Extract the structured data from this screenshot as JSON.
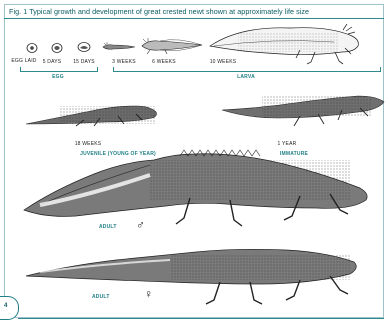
{
  "figure": {
    "title": "Fig. 1  Typical growth and development of great crested newt shown at approximately life size",
    "page_number": "4"
  },
  "stages": {
    "egg_laid": "EGG LAID",
    "day5": "5 DAYS",
    "day15": "15 DAYS",
    "week3": "3 WEEKS",
    "week6": "6 WEEKS",
    "week10": "10 WEEKS",
    "egg_group": "EGG",
    "larva_group": "LARVA",
    "week18": "18 WEEKS",
    "juvenile": "JUVENILE (YOUNG OF YEAR)",
    "year1": "1 YEAR",
    "immature": "IMMATURE",
    "adult_male": "ADULT",
    "adult_female": "ADULT",
    "male_symbol": "♂",
    "female_symbol": "♀"
  },
  "colors": {
    "accent": "#1f7f86",
    "title": "#0b5d63"
  }
}
